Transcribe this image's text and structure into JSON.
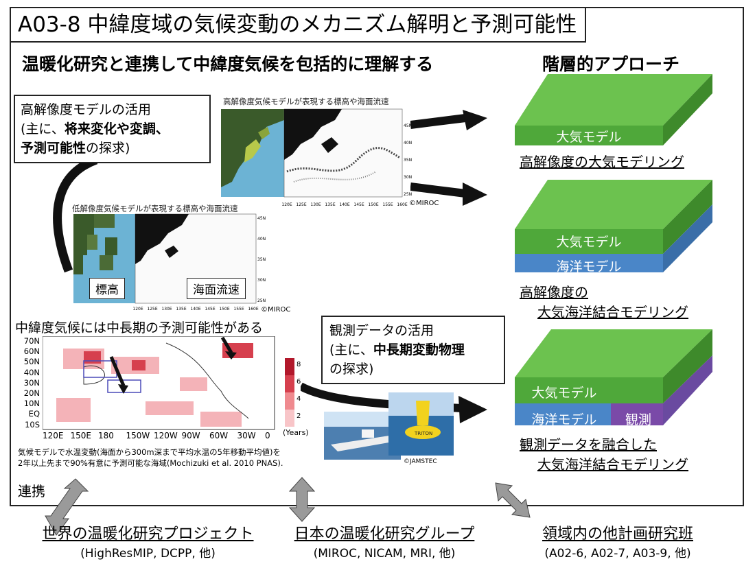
{
  "title": "A03-8 中緯度域の気候変動のメカニズム解明と予測可能性",
  "subtitle": "温暖化研究と連携して中緯度気候を包括的に理解する",
  "approach_title": "階層的アプローチ",
  "hires_box": {
    "line1": "高解像度モデルの活用",
    "line2_pre": "(主に、",
    "line2_bold": "将来変化や変調、",
    "line3_bold": "予測可能性",
    "line3_post": "の探求)"
  },
  "hires_map_caption": "高解像度気候モデルが表現する標高や海面流速",
  "lores_map_caption": "低解像度気候モデルが表現する標高や海面流速",
  "hires_lon_ticks": [
    "120E",
    "125E",
    "130E",
    "135E",
    "140E",
    "145E",
    "150E",
    "155E",
    "160E"
  ],
  "hires_lat_ticks": [
    "45N",
    "40N",
    "35N",
    "30N",
    "25N"
  ],
  "lores_lon_ticks": [
    "120E",
    "125E",
    "130E",
    "135E",
    "140E",
    "145E",
    "150E",
    "155E",
    "160E"
  ],
  "lores_lat_ticks": [
    "45N",
    "40N",
    "35N",
    "30N",
    "25N"
  ],
  "miroc_credit": "©MIROC",
  "elevation_label": "標高",
  "current_label": "海面流速",
  "midlat_heading": "中緯度気候には中長期の予測可能性がある",
  "predict_map": {
    "lat_ticks": [
      "70N",
      "60N",
      "50N",
      "40N",
      "30N",
      "20N",
      "10N",
      "EQ",
      "10S"
    ],
    "lon_ticks": [
      "120E",
      "150E",
      "180",
      "150W",
      "120W",
      "90W",
      "60W",
      "30W",
      "0"
    ],
    "colorbar_ticks": [
      "8",
      "6",
      "4",
      "2"
    ],
    "colorbar_unit": "(Years)",
    "colorbar_colors": [
      "#b2182b",
      "#d6404e",
      "#ef8a8f",
      "#f8c5c8"
    ],
    "caption1": "気候モデルで水温変動(海面から300m深まで平均水温の5年移動平均値)を",
    "caption2": "2年以上先まで90%有意に予測可能な海域(Mochizuki et al. 2010 PNAS)."
  },
  "obs_box": {
    "line1": "観測データの活用",
    "line2_pre": "(主に、",
    "line2_bold": "中長期変動物理",
    "line3": "の探求)"
  },
  "buoy_label": "TRITON",
  "jamstec_credit": "©JAMSTEC",
  "renkei": "連携",
  "tiers": [
    {
      "atm": "大気モデル",
      "caption": "高解像度の大気モデリング"
    },
    {
      "atm": "大気モデル",
      "ocean": "海洋モデル",
      "caption1": "高解像度の",
      "caption2": "大気海洋結合モデリング"
    },
    {
      "atm": "大気モデル",
      "ocean": "海洋モデル",
      "obs": "観測",
      "caption1": "観測データを融合した",
      "caption2": "大気海洋結合モデリング"
    }
  ],
  "bottom": [
    {
      "name": "世界の温暖化研究プロジェクト",
      "sub": "(HighResMIP, DCPP, 他)"
    },
    {
      "name": "日本の温暖化研究グループ",
      "sub": "(MIROC, NICAM, MRI, 他)"
    },
    {
      "name": "領域内の他計画研究班",
      "sub": "(A02-6, A02-7, A03-9, 他)"
    }
  ],
  "colors": {
    "atm_green": "#4fa83a",
    "atm_green_top": "#6cc24f",
    "ocean_blue": "#4a86c8",
    "obs_purple": "#7a4aa8",
    "land": "#3a5a2a",
    "sea": "#6cb3d4",
    "arrow_gray": "#9a9a9a"
  }
}
